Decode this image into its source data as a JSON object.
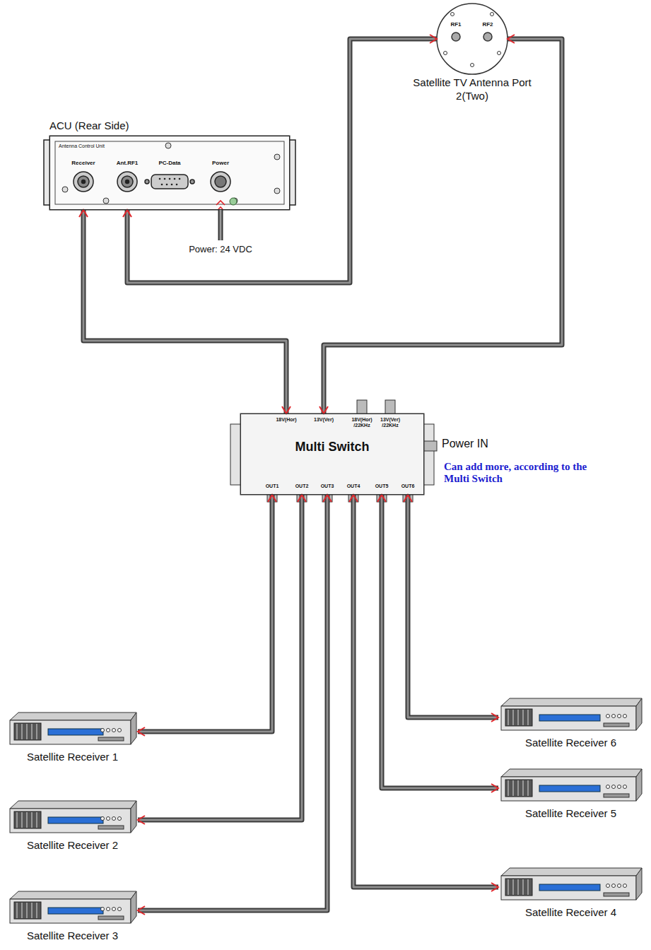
{
  "diagram": {
    "nodes": [
      {
        "text": [
          "ACU (Rear Side)",
          "Antenna Control Unit"
        ]
      },
      {
        "text": [
          "Satellite TV Antenna Port 2(Two)"
        ]
      },
      {
        "text": [
          "Multi Switch"
        ]
      },
      {
        "text": [
          "Satellite Receiver 1"
        ]
      },
      {
        "text": [
          "Satellite Receiver 2"
        ]
      },
      {
        "text": [
          "Satellite Receiver 3"
        ]
      },
      {
        "text": [
          "Satellite Receiver 4"
        ]
      },
      {
        "text": [
          "Satellite Receiver 5"
        ]
      },
      {
        "text": [
          "Satellite Receiver 6"
        ]
      }
    ],
    "edges": [
      {
        "from": 1,
        "to": 0,
        "arrow": "both"
      },
      {
        "from": 1,
        "to": 2,
        "arrow": "both"
      },
      {
        "from": 0,
        "to": 2,
        "arrow": "both"
      },
      {
        "from": 2,
        "to": 3,
        "arrow": "both"
      },
      {
        "from": 2,
        "to": 4,
        "arrow": "both"
      },
      {
        "from": 2,
        "to": 5,
        "arrow": "both"
      },
      {
        "from": 2,
        "to": 6,
        "arrow": "both"
      },
      {
        "from": 2,
        "to": 7,
        "arrow": "both"
      },
      {
        "from": 2,
        "to": 8,
        "arrow": "both"
      }
    ],
    "labels": [
      "Receiver",
      "Ant.RF1",
      "PC-Data",
      "Power",
      "Power: 24 VDC",
      "RF1",
      "RF2",
      "18V(Hor)",
      "13V(Ver)",
      "18V(Hor) /22KHz",
      "13V(Ver) /22KHz",
      "OUT1",
      "OUT2",
      "OUT3",
      "OUT4",
      "OUT5",
      "OUT6",
      "Power IN",
      "Can add more, according to the Multi Switch"
    ]
  }
}
